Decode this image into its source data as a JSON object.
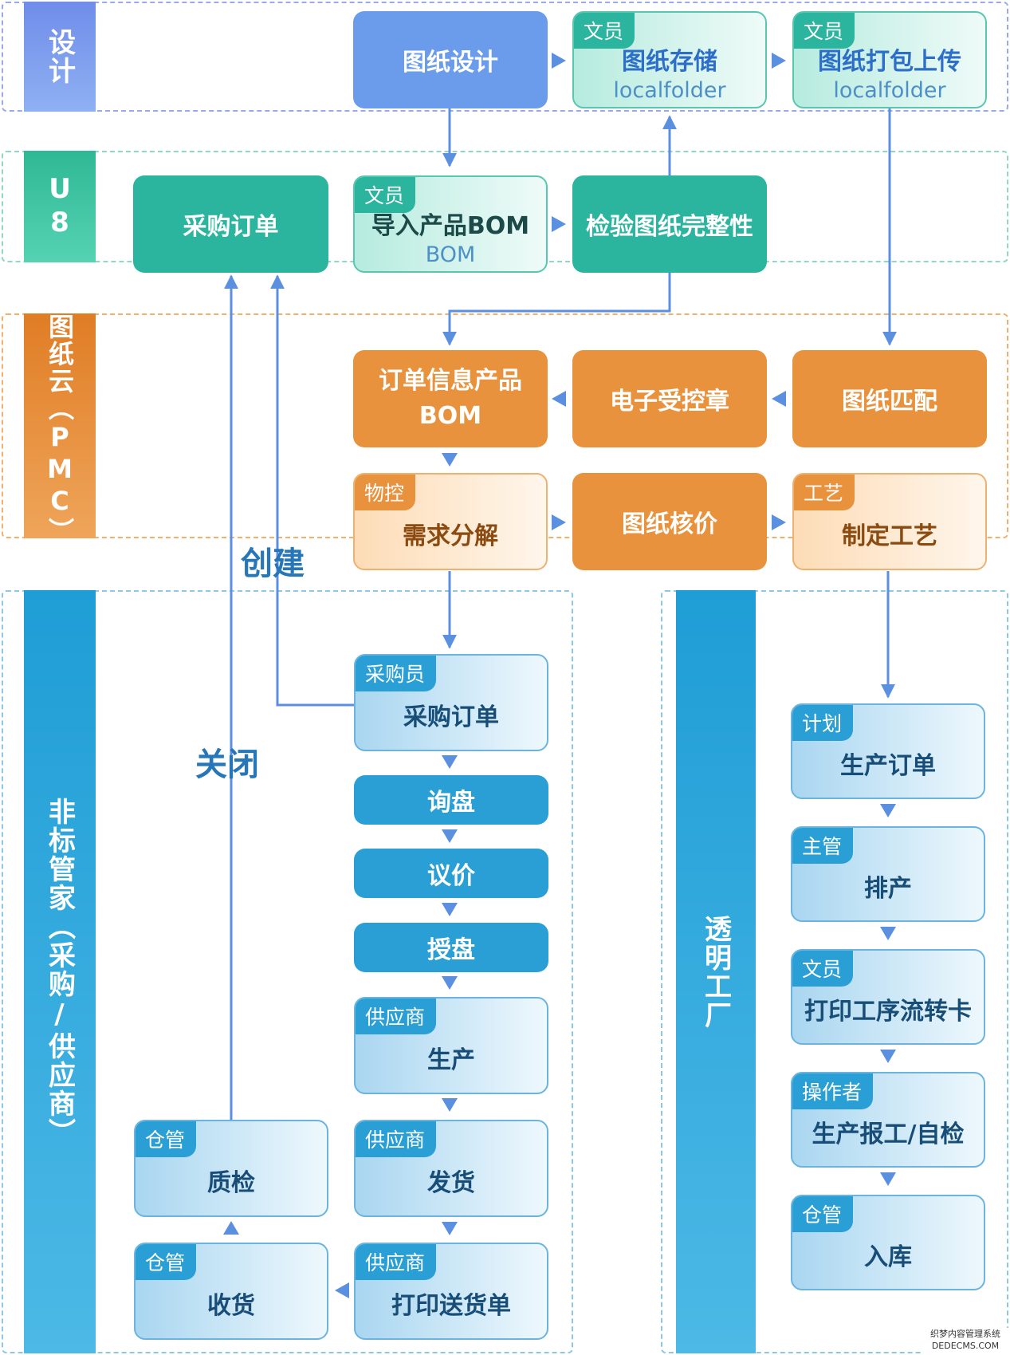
{
  "lanes": {
    "design": "设计",
    "u8": "U8",
    "pmc": "图纸云（PMC）",
    "purchase": "非标管家（采购/供应商）",
    "factory": "透明工厂"
  },
  "nodes": {
    "drawing_design": {
      "label": "图纸设计"
    },
    "drawing_store": {
      "tag": "文员",
      "label": "图纸存储",
      "sub": "localfolder"
    },
    "drawing_pack": {
      "tag": "文员",
      "label": "图纸打包上传",
      "sub": "localfolder"
    },
    "po_u8": {
      "label": "采购订单"
    },
    "import_bom": {
      "tag": "文员",
      "label": "导入产品BOM",
      "sub": "BOM"
    },
    "check_drawing": {
      "label": "检验图纸完整性"
    },
    "order_bom": {
      "label": "订单信息产品BOM"
    },
    "e_stamp": {
      "label": "电子受控章"
    },
    "drawing_match": {
      "label": "图纸匹配"
    },
    "demand_split": {
      "tag": "物控",
      "label": "需求分解"
    },
    "drawing_price": {
      "label": "图纸核价"
    },
    "make_process": {
      "tag": "工艺",
      "label": "制定工艺"
    },
    "po_buy": {
      "tag": "采购员",
      "label": "采购订单"
    },
    "inquiry": {
      "label": "询盘"
    },
    "negotiate": {
      "label": "议价"
    },
    "award": {
      "label": "授盘"
    },
    "produce": {
      "tag": "供应商",
      "label": "生产"
    },
    "ship": {
      "tag": "供应商",
      "label": "发货"
    },
    "print_delivery": {
      "tag": "供应商",
      "label": "打印送货单"
    },
    "receive": {
      "tag": "仓管",
      "label": "收货"
    },
    "qc": {
      "tag": "仓管",
      "label": "质检"
    },
    "prod_order": {
      "tag": "计划",
      "label": "生产订单"
    },
    "schedule": {
      "tag": "主管",
      "label": "排产"
    },
    "print_card": {
      "tag": "文员",
      "label": "打印工序流转卡"
    },
    "report": {
      "tag": "操作者",
      "label": "生产报工/自检"
    },
    "stock_in": {
      "tag": "仓管",
      "label": "入库"
    }
  },
  "labels": {
    "create": "创建",
    "close": "关闭"
  },
  "watermark": {
    "line1": "织梦内容管理系统",
    "line2": "DEDECMS.COM"
  },
  "colors": {
    "design_bar": "#7f9ef0",
    "u8_bar": "#43c9a6",
    "pmc_bar": "#e8923d",
    "buy_bar": "#35a9dd",
    "connector": "#5b8fe0"
  }
}
